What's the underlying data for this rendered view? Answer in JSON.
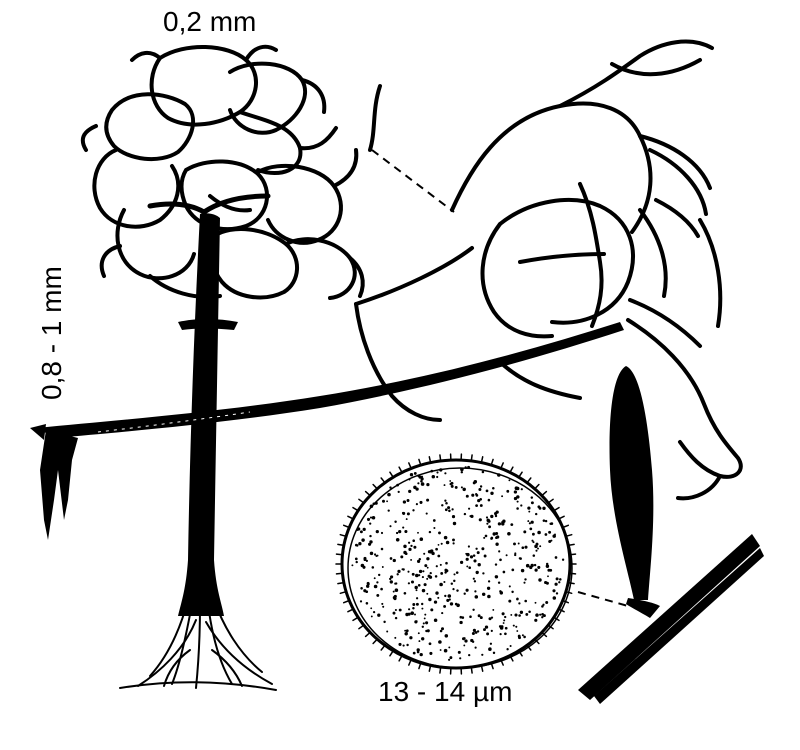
{
  "labels": {
    "head_size": "0,2 mm",
    "stalk_length": "0,8 - 1 mm",
    "spore_size": "13 - 14 µm"
  },
  "colors": {
    "ink": "#000000",
    "paper": "#ffffff"
  }
}
